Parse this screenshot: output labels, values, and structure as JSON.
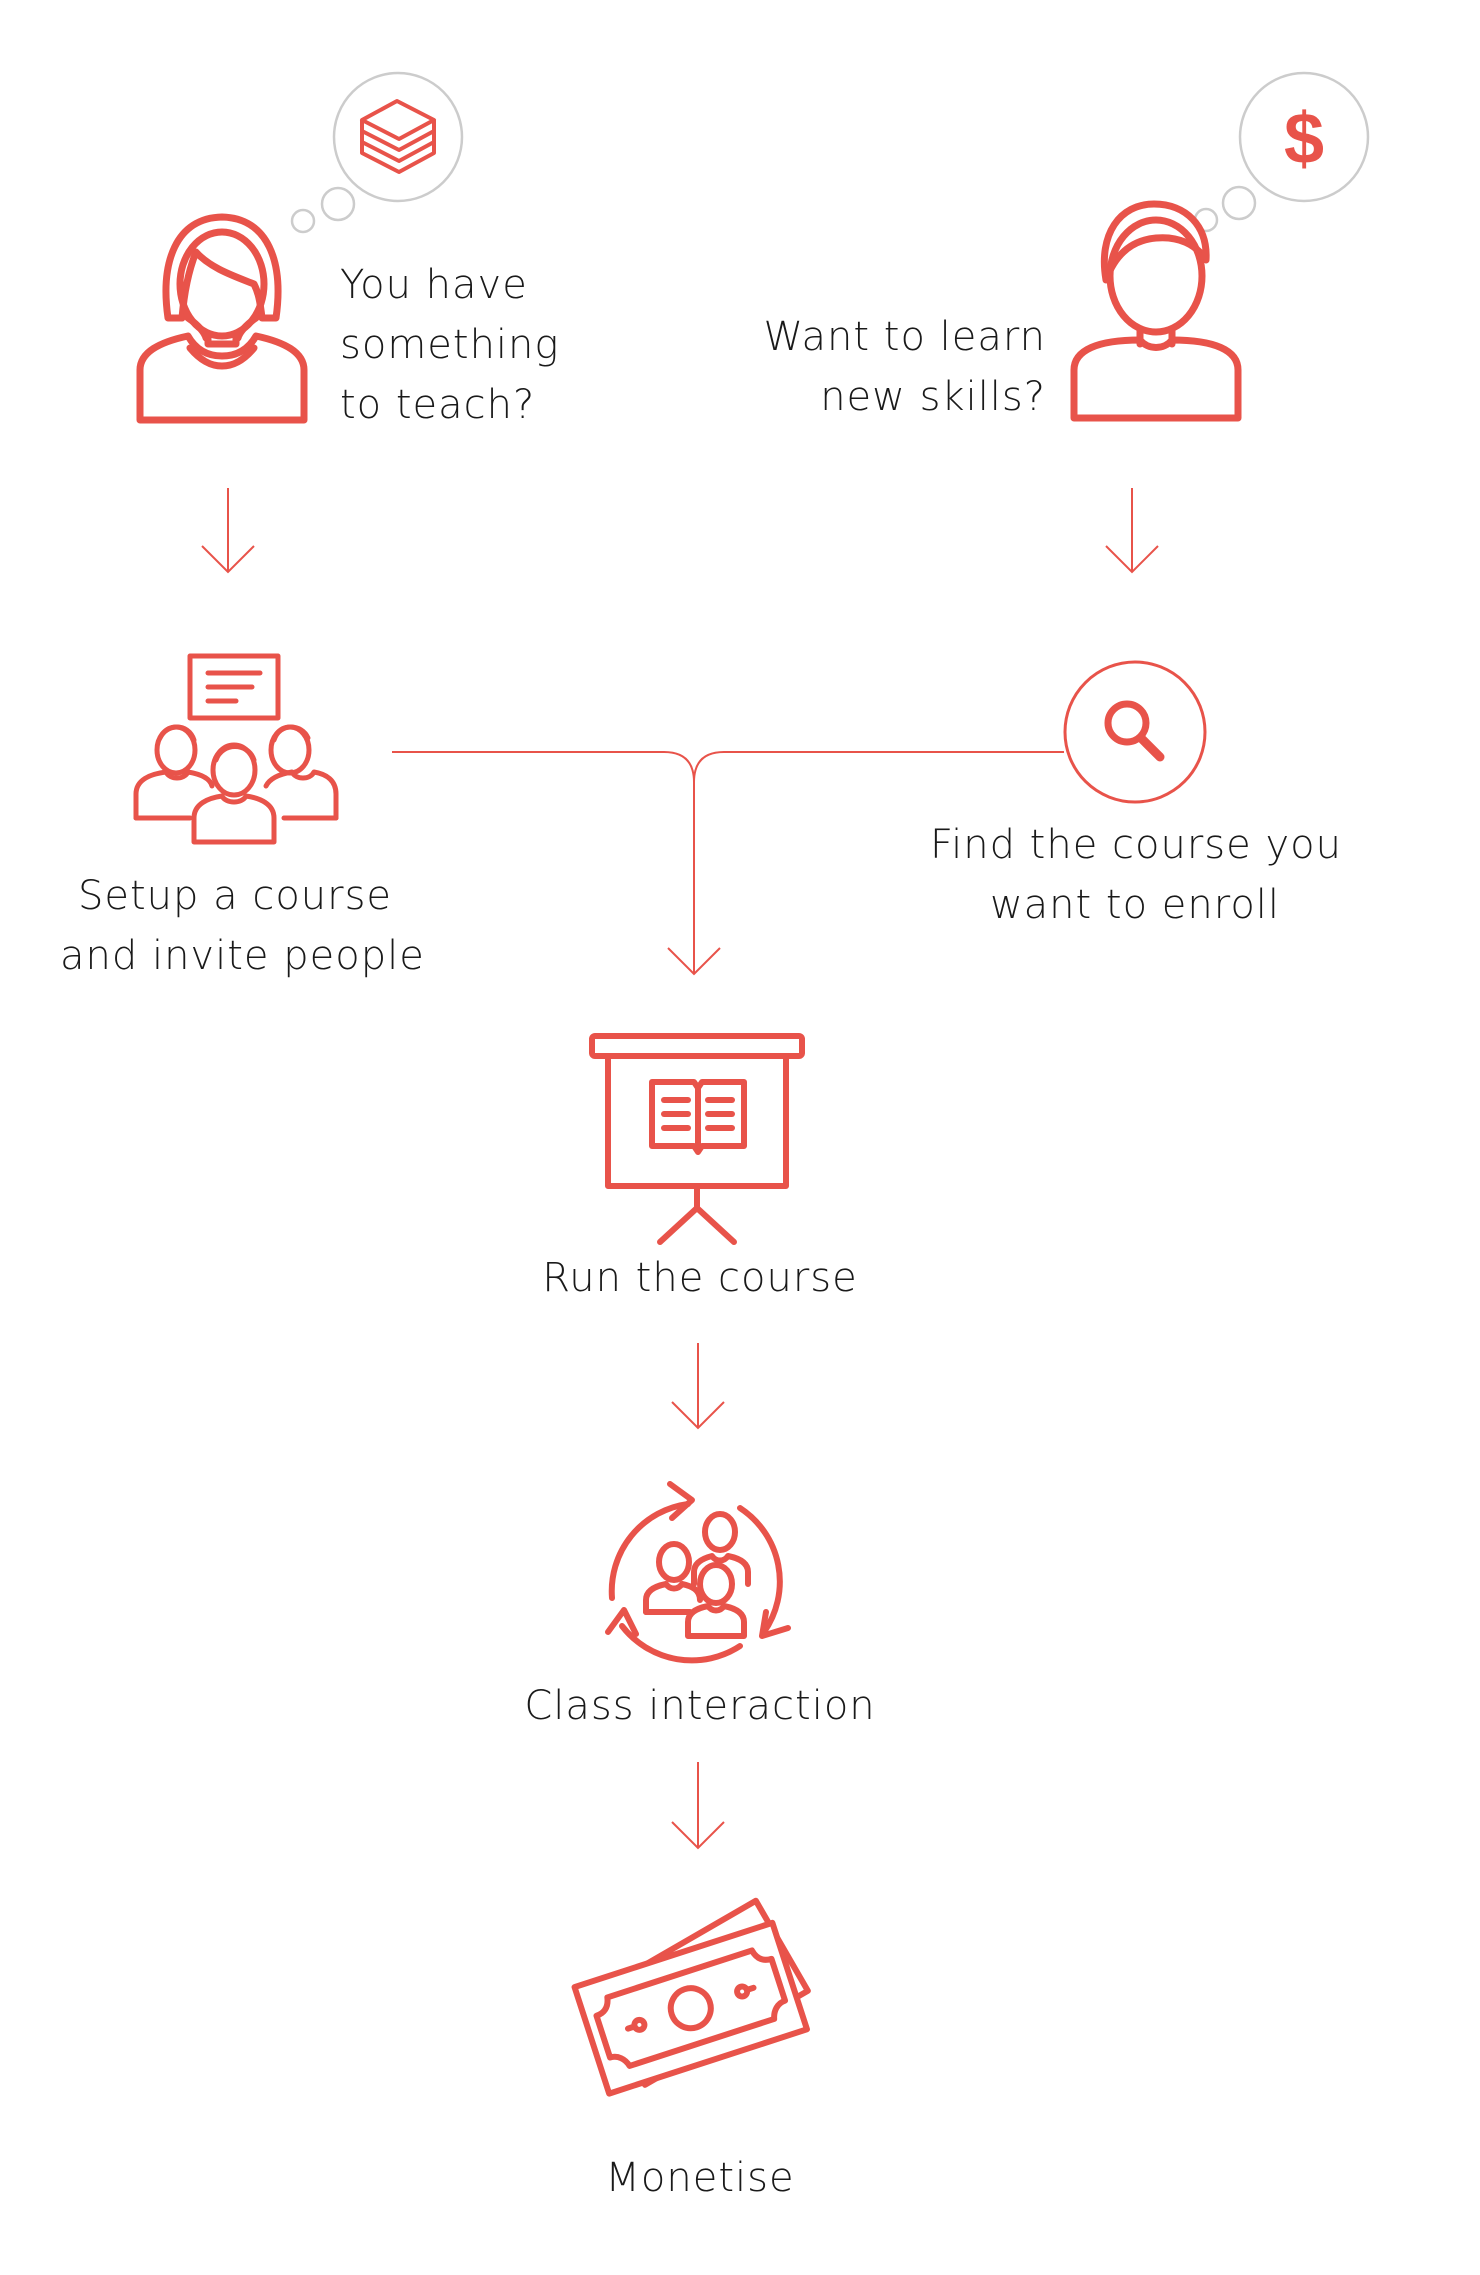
{
  "colors": {
    "accent": "#e8534a",
    "bubble": "#cccccc",
    "text": "#1a1a1a"
  },
  "teacher": {
    "icon": "teacher-woman-icon",
    "thought_icon": "books-stack-icon",
    "question_lines": [
      "You have",
      "something",
      "to teach?"
    ]
  },
  "learner": {
    "icon": "learner-man-icon",
    "thought_icon": "dollar-sign-icon",
    "thought_glyph": "$",
    "question_lines": [
      "Want to learn",
      "new skills?"
    ]
  },
  "steps": {
    "setup": {
      "icon": "presentation-audience-icon",
      "label_lines": [
        "Setup a course",
        "and invite people"
      ]
    },
    "find": {
      "icon": "search-magnifier-icon",
      "label_lines": [
        "Find the course you",
        "want to enroll"
      ]
    },
    "run": {
      "icon": "projector-book-icon",
      "label": "Run the course"
    },
    "interact": {
      "icon": "people-cycle-icon",
      "label": "Class interaction"
    },
    "monetise": {
      "icon": "money-bills-icon",
      "label": "Monetise"
    }
  }
}
